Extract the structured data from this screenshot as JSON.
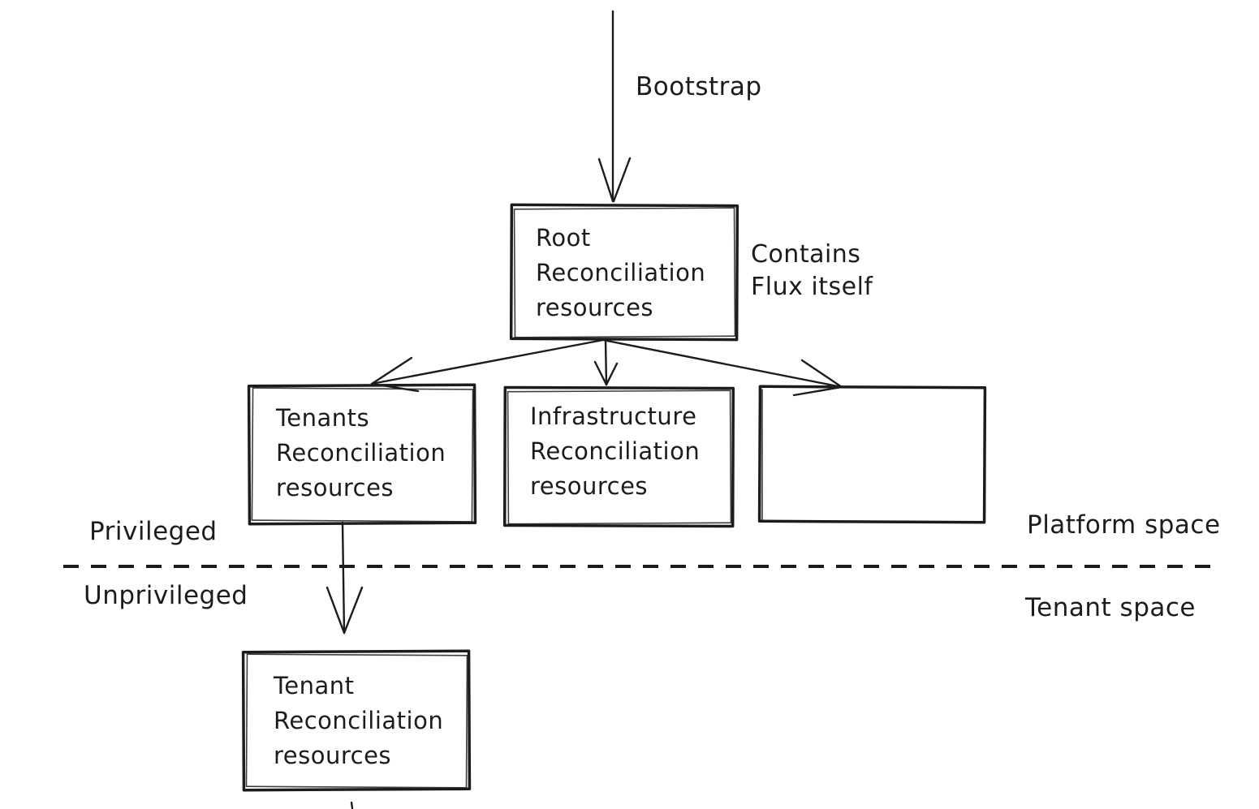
{
  "diagram": {
    "labels": {
      "bootstrap": "Bootstrap",
      "contains_note": "Contains\nFlux itself",
      "privileged": "Privileged",
      "unprivileged": "Unprivileged",
      "platform_space": "Platform space",
      "tenant_space": "Tenant space"
    },
    "boxes": {
      "root": "Root\nReconciliation\nresources",
      "tenants": "Tenants\nReconciliation\nresources",
      "infrastructure": "Infrastructure\nReconciliation\nresources",
      "unnamed": "",
      "tenant": "Tenant\nReconciliation\nresources"
    },
    "colors": {
      "ink": "#1c1c1c",
      "background": "#ffffff"
    }
  }
}
